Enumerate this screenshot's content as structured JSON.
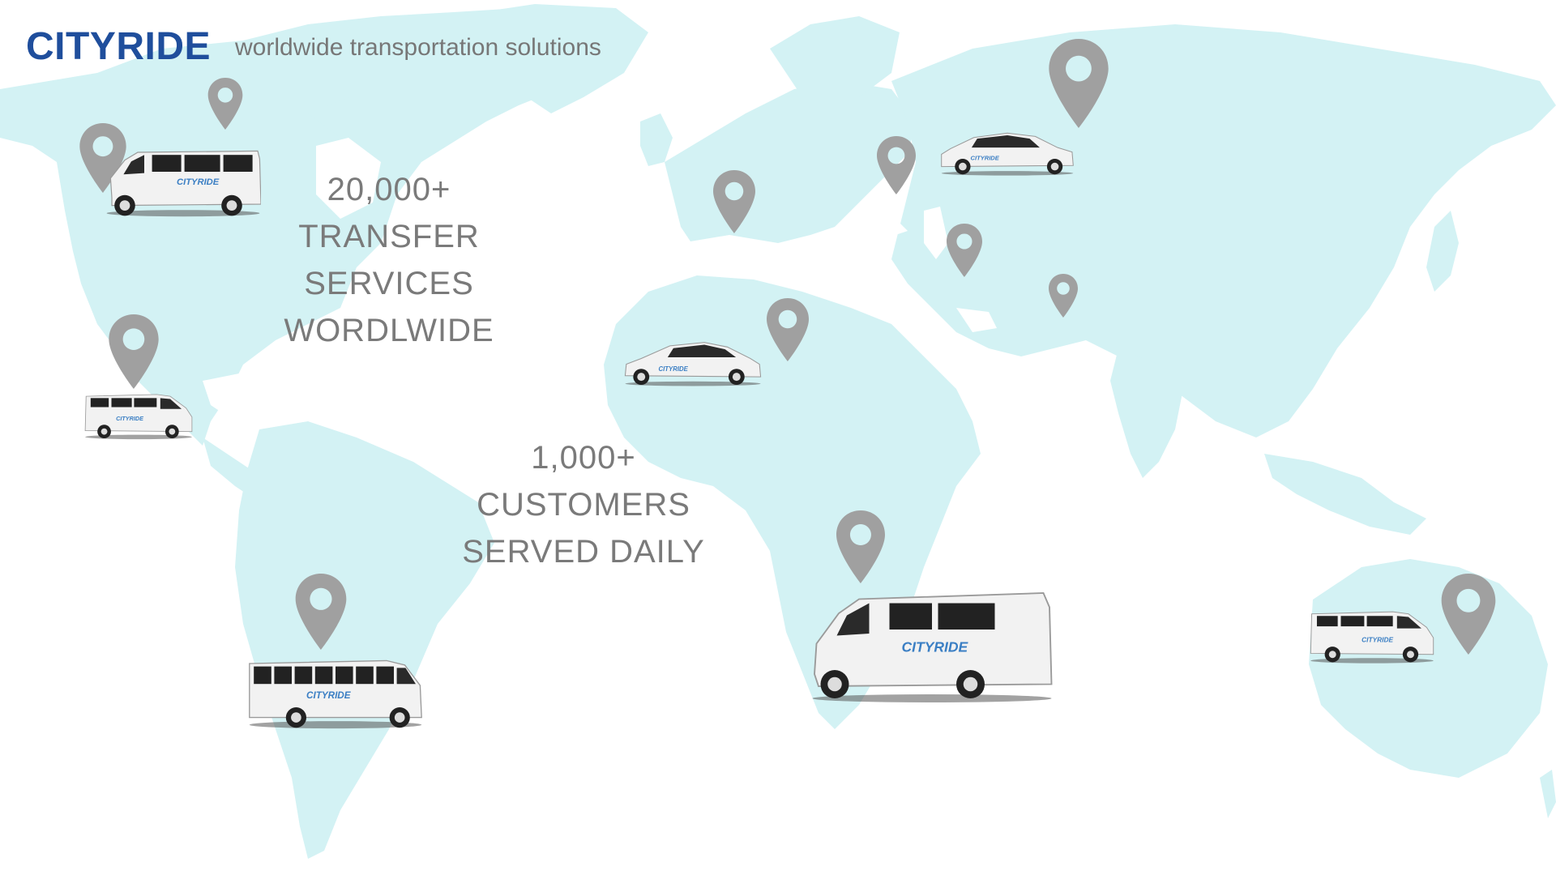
{
  "header": {
    "brand": "CITYRIDE",
    "tagline": "worldwide transportation solutions"
  },
  "stats": [
    {
      "lines": [
        "20,000+",
        "TRANSFER",
        "SERVICES",
        "WORDLWIDE"
      ]
    },
    {
      "lines": [
        "1,000+",
        "CUSTOMERS",
        "SERVED DAILY"
      ]
    }
  ],
  "vehicle_logo": "CITYRIDE",
  "colors": {
    "map": "#d3f2f4",
    "pin": "#a0a0a0",
    "brand": "#1f4e9c",
    "stat_text": "#7a7a7a",
    "vehicle_logo": "#3b7fc4"
  },
  "icons": [
    "location-pin-icon",
    "minibus-icon",
    "van-icon",
    "car-icon",
    "bus-icon"
  ]
}
